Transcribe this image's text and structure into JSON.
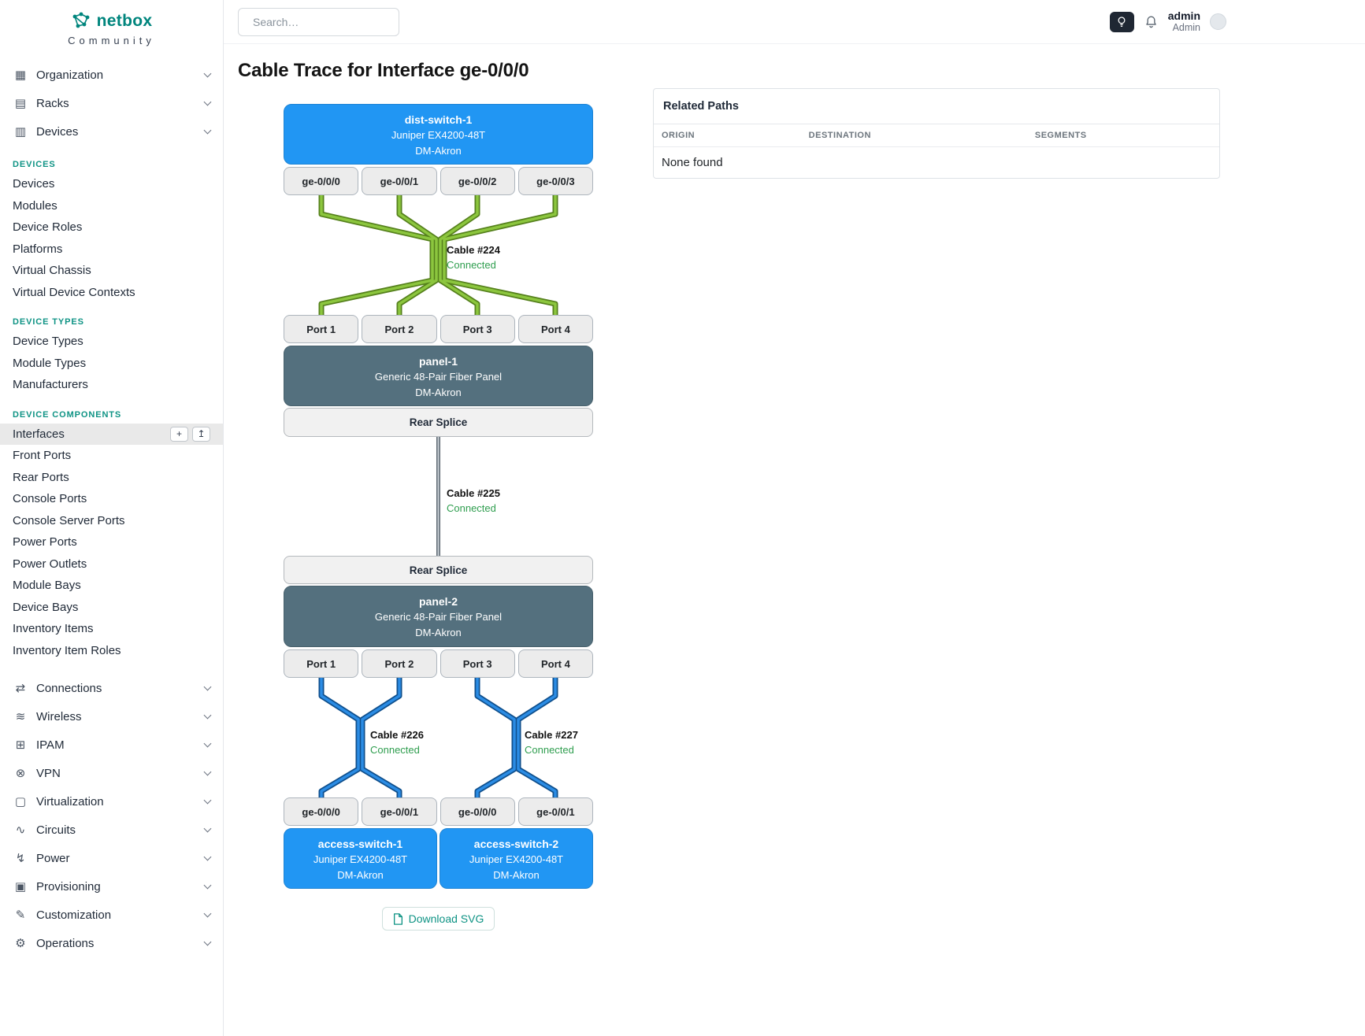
{
  "brand": {
    "name": "netbox",
    "subtitle": "Community"
  },
  "topbar": {
    "search_placeholder": "Search…",
    "username": "admin",
    "role": "Admin"
  },
  "page": {
    "title": "Cable Trace for Interface ge-0/0/0"
  },
  "icons": {
    "organization": "▦",
    "racks": "▤",
    "devices": "▥",
    "connections": "⇄",
    "wireless": "≋",
    "ipam": "⊞",
    "vpn": "⊗",
    "virtualization": "▢",
    "circuits": "∿",
    "power": "↯",
    "provisioning": "▣",
    "customization": "✎",
    "operations": "⚙",
    "add": "+",
    "import": "↥"
  },
  "sidebar": {
    "groups_top": [
      "Organization",
      "Racks",
      "Devices"
    ],
    "sections": [
      {
        "header": "DEVICES",
        "items": [
          "Devices",
          "Modules",
          "Device Roles",
          "Platforms",
          "Virtual Chassis",
          "Virtual Device Contexts"
        ]
      },
      {
        "header": "DEVICE TYPES",
        "items": [
          "Device Types",
          "Module Types",
          "Manufacturers"
        ]
      },
      {
        "header": "DEVICE COMPONENTS",
        "items": [
          "Interfaces",
          "Front Ports",
          "Rear Ports",
          "Console Ports",
          "Console Server Ports",
          "Power Ports",
          "Power Outlets",
          "Module Bays",
          "Device Bays",
          "Inventory Items",
          "Inventory Item Roles"
        ]
      }
    ],
    "groups_bottom": [
      "Connections",
      "Wireless",
      "IPAM",
      "VPN",
      "Virtualization",
      "Circuits",
      "Power",
      "Provisioning",
      "Customization",
      "Operations"
    ]
  },
  "trace": {
    "top_device": {
      "name": "dist-switch-1",
      "model": "Juniper EX4200-48T",
      "site": "DM-Akron"
    },
    "top_interfaces": [
      "ge-0/0/0",
      "ge-0/0/1",
      "ge-0/0/2",
      "ge-0/0/3"
    ],
    "cables": {
      "c224": {
        "name": "Cable #224",
        "status": "Connected"
      },
      "c225": {
        "name": "Cable #225",
        "status": "Connected"
      },
      "c226": {
        "name": "Cable #226",
        "status": "Connected"
      },
      "c227": {
        "name": "Cable #227",
        "status": "Connected"
      }
    },
    "panel1": {
      "name": "panel-1",
      "model": "Generic 48-Pair Fiber Panel",
      "site": "DM-Akron",
      "ports": [
        "Port 1",
        "Port 2",
        "Port 3",
        "Port 4"
      ],
      "rear": "Rear Splice"
    },
    "panel2": {
      "name": "panel-2",
      "model": "Generic 48-Pair Fiber Panel",
      "site": "DM-Akron",
      "ports": [
        "Port 1",
        "Port 2",
        "Port 3",
        "Port 4"
      ],
      "rear": "Rear Splice"
    },
    "bottom_interfaces": [
      "ge-0/0/0",
      "ge-0/0/1",
      "ge-0/0/0",
      "ge-0/0/1"
    ],
    "access_switch_1": {
      "name": "access-switch-1",
      "model": "Juniper EX4200-48T",
      "site": "DM-Akron"
    },
    "access_switch_2": {
      "name": "access-switch-2",
      "model": "Juniper EX4200-48T",
      "site": "DM-Akron"
    },
    "download_label": "Download SVG"
  },
  "related_paths": {
    "title": "Related Paths",
    "columns": [
      "ORIGIN",
      "DESTINATION",
      "SEGMENTS"
    ],
    "empty": "None found"
  },
  "colors": {
    "brand_teal": "#0e9384",
    "device_blue": "#2196f3",
    "panel_slate": "#54707e",
    "port_gray": "#ececec",
    "cable_green": "#8cc63e",
    "cable_blue": "#2b8ce4",
    "cable_gray": "#c7ced4",
    "connected_green": "#2f9e4f"
  }
}
